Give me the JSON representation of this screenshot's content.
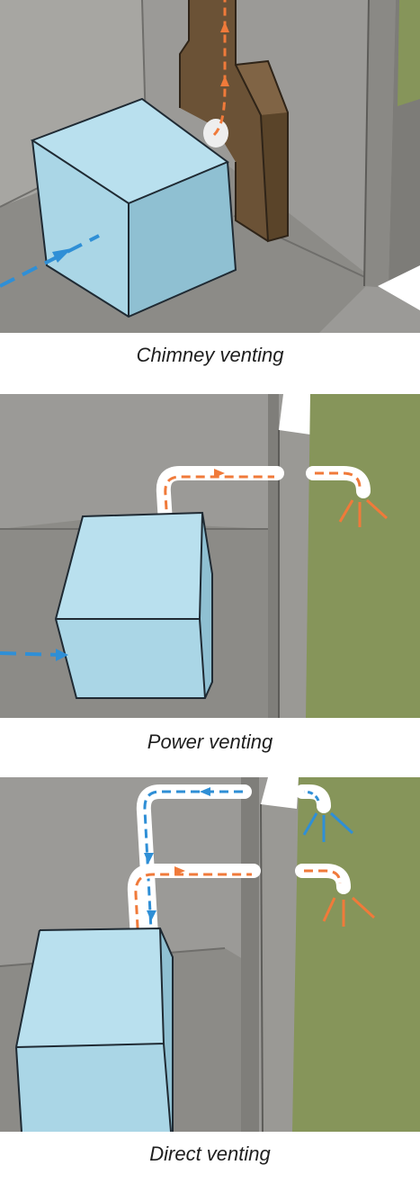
{
  "captions": {
    "chimney": "Chimney venting",
    "power": "Power venting",
    "direct": "Direct venting"
  },
  "colors": {
    "exhaust": "#f07a3a",
    "intake": "#2f8fd6",
    "unit": "#aad6e6",
    "wall_gray": "#9b9a97",
    "floor_gray": "#8c8b87",
    "chimney": "#6b5236",
    "grass": "#86955a",
    "pipe": "#ffffff"
  }
}
